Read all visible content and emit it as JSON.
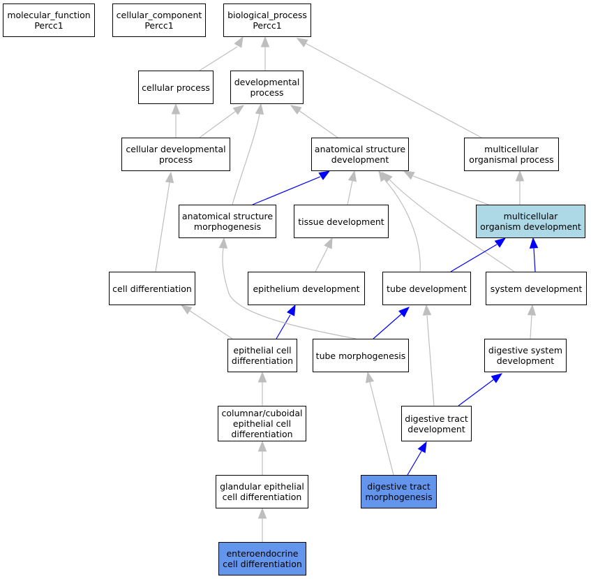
{
  "colors": {
    "gray_edge": "#bebebe",
    "blue_edge": "#0000ff",
    "light_node": "#add8e6",
    "mid_node": "#6495ed"
  },
  "nodes": {
    "molecular_function": "molecular_function\nPercc1",
    "cellular_component": "cellular_component\nPercc1",
    "biological_process": "biological_process\nPercc1",
    "cellular_process": "cellular process",
    "developmental_process": "developmental\nprocess",
    "cellular_developmental_process": "cellular developmental\nprocess",
    "anatomical_structure_development": "anatomical structure\ndevelopment",
    "multicellular_organismal_process": "multicellular\norganismal process",
    "anatomical_structure_morphogenesis": "anatomical structure\nmorphogenesis",
    "tissue_development": "tissue development",
    "multicellular_organism_development": "multicellular\norganism development",
    "cell_differentiation": "cell differentiation",
    "epithelium_development": "epithelium development",
    "tube_development": "tube development",
    "system_development": "system development",
    "epithelial_cell_differentiation": "epithelial cell\ndifferentiation",
    "tube_morphogenesis": "tube morphogenesis",
    "digestive_system_development": "digestive system\ndevelopment",
    "columnar_cuboidal_epithelial_cell_differentiation": "columnar/cuboidal\nepithelial cell\ndifferentiation",
    "digestive_tract_development": "digestive tract\ndevelopment",
    "glandular_epithelial_cell_differentiation": "glandular epithelial\ncell differentiation",
    "digestive_tract_morphogenesis": "digestive tract\nmorphogenesis",
    "enteroendocrine_cell_differentiation": "enteroendocrine\ncell differentiation"
  }
}
